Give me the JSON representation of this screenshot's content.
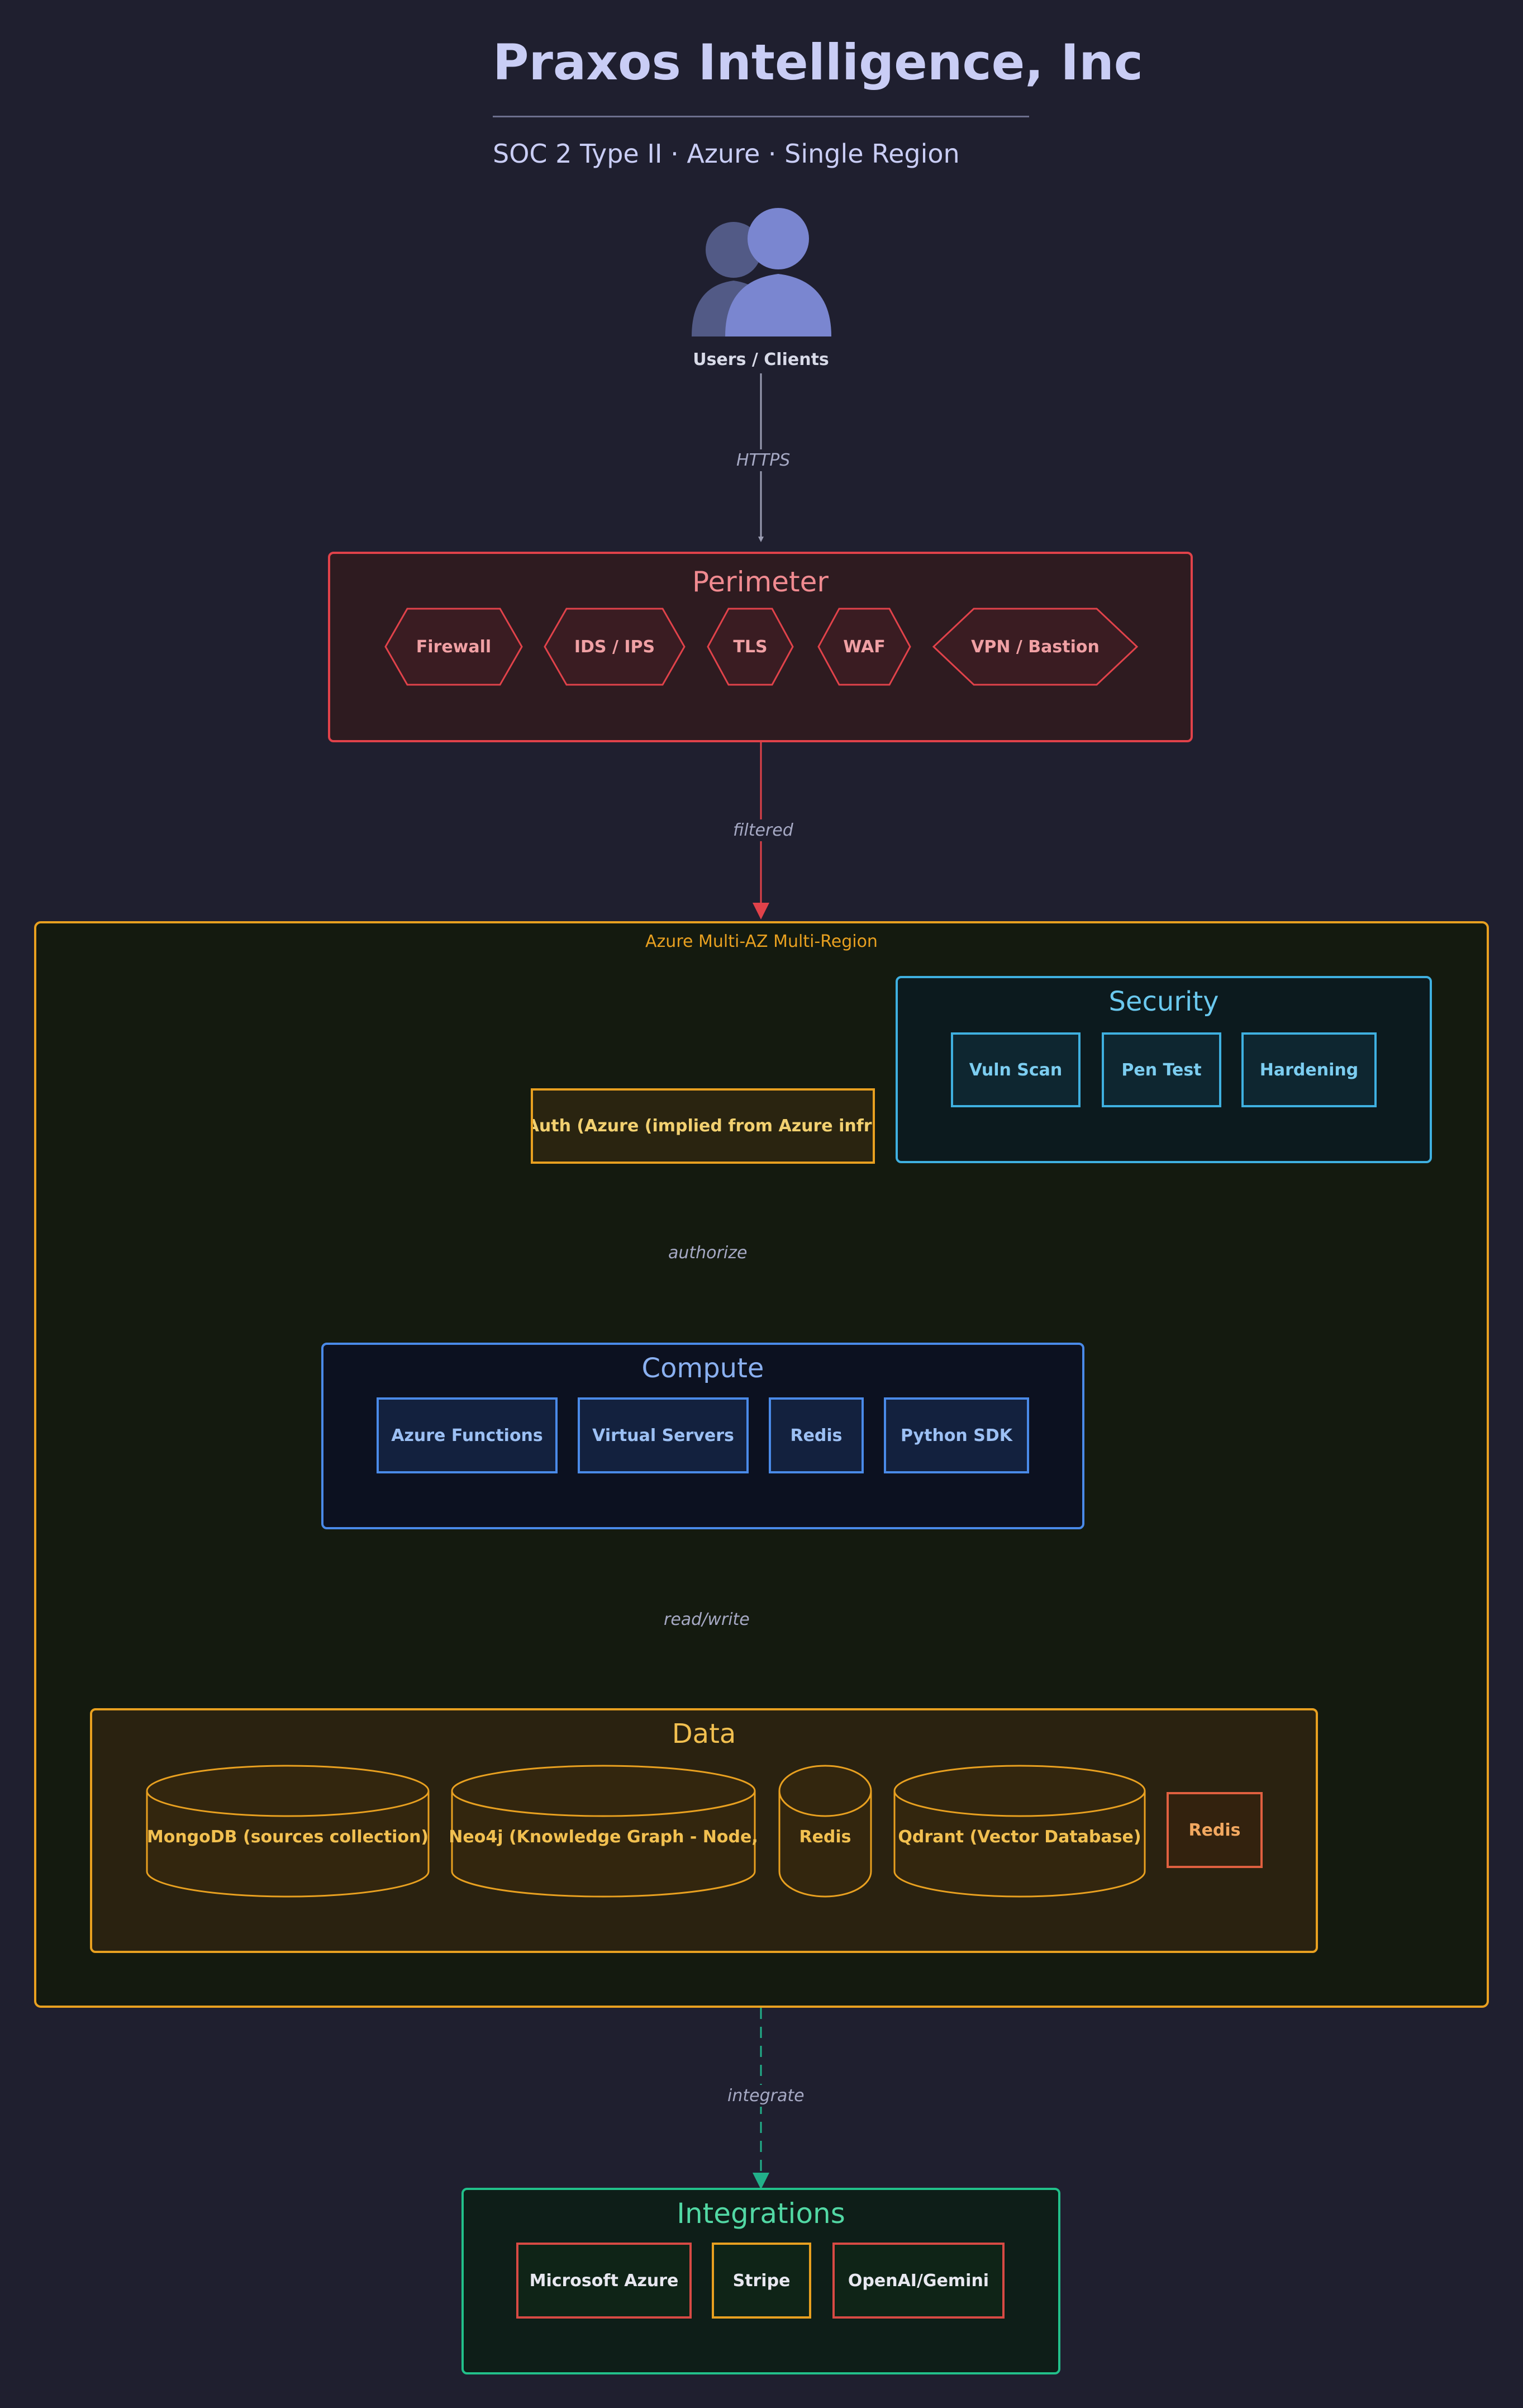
{
  "header": {
    "title": "Praxos Intelligence, Inc",
    "subtitle": "SOC 2 Type II · Azure · Single Region"
  },
  "users": {
    "label": "Users / Clients",
    "icon": "users-icon"
  },
  "edges": {
    "https": "HTTPS",
    "filtered": "filtered",
    "authorize": "authorize",
    "read_write": "read/write",
    "integrate": "integrate"
  },
  "perimeter": {
    "title": "Perimeter",
    "items": [
      "Firewall",
      "IDS / IPS",
      "TLS",
      "WAF",
      "VPN / Bastion"
    ]
  },
  "cloud": {
    "title": "Azure Multi-AZ Multi-Region"
  },
  "security": {
    "title": "Security",
    "items": [
      "Vuln Scan",
      "Pen Test",
      "Hardening"
    ]
  },
  "auth": {
    "label": "Auth (Azure (implied from Azure infr)"
  },
  "compute": {
    "title": "Compute",
    "items": [
      "Azure Functions",
      "Virtual Servers",
      "Redis",
      "Python SDK"
    ]
  },
  "data": {
    "title": "Data",
    "items": [
      "MongoDB (sources collection)",
      "Neo4j (Knowledge Graph - Node,",
      "Redis",
      "Qdrant (Vector Database)",
      "Redis"
    ]
  },
  "integrations": {
    "title": "Integrations",
    "items": [
      "Microsoft Azure",
      "Stripe",
      "OpenAI/Gemini"
    ]
  },
  "colors": {
    "background": "#1f1f2f",
    "perimeter": "#e0424a",
    "cloud": "#e8a020",
    "security": "#3fb0e0",
    "compute": "#4a8ae8",
    "data": "#e8a020",
    "integrations": "#22c08a"
  }
}
